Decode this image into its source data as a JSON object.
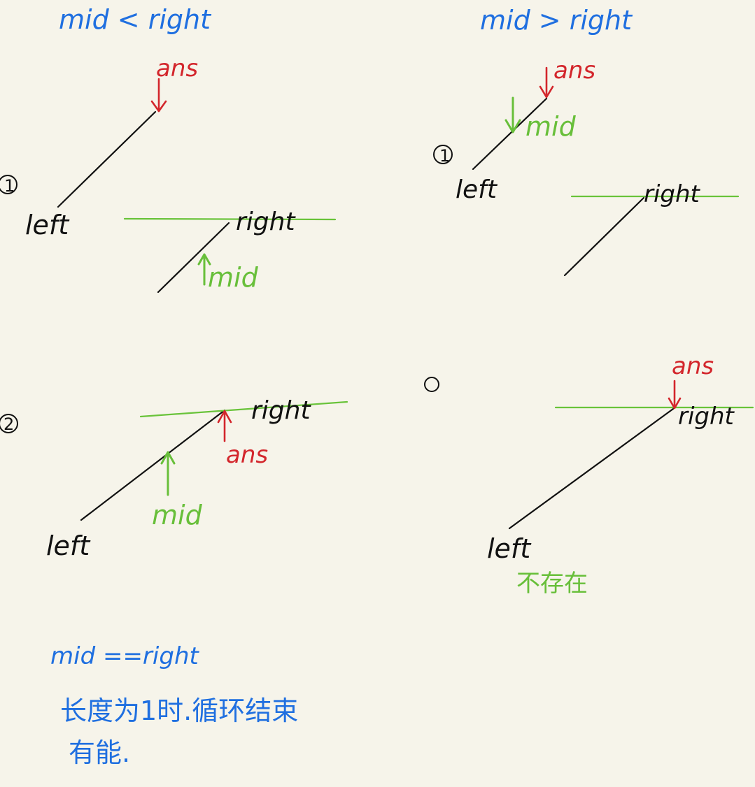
{
  "headers": {
    "left": "mid < right",
    "right": "mid > right"
  },
  "labels": {
    "left": "left",
    "right": "right",
    "mid": "mid",
    "ans": "ans",
    "case1": "1",
    "case2": "2",
    "case_not_exist": "不存在"
  },
  "notes": {
    "line1": "mid ==right",
    "line2": "长度为1时.循环结束",
    "line3": "有能."
  },
  "colors": {
    "paper": "#f6f4ea",
    "black": "#111111",
    "blue": "#1f6fe0",
    "red": "#d3262c",
    "green": "#68bf3a"
  }
}
